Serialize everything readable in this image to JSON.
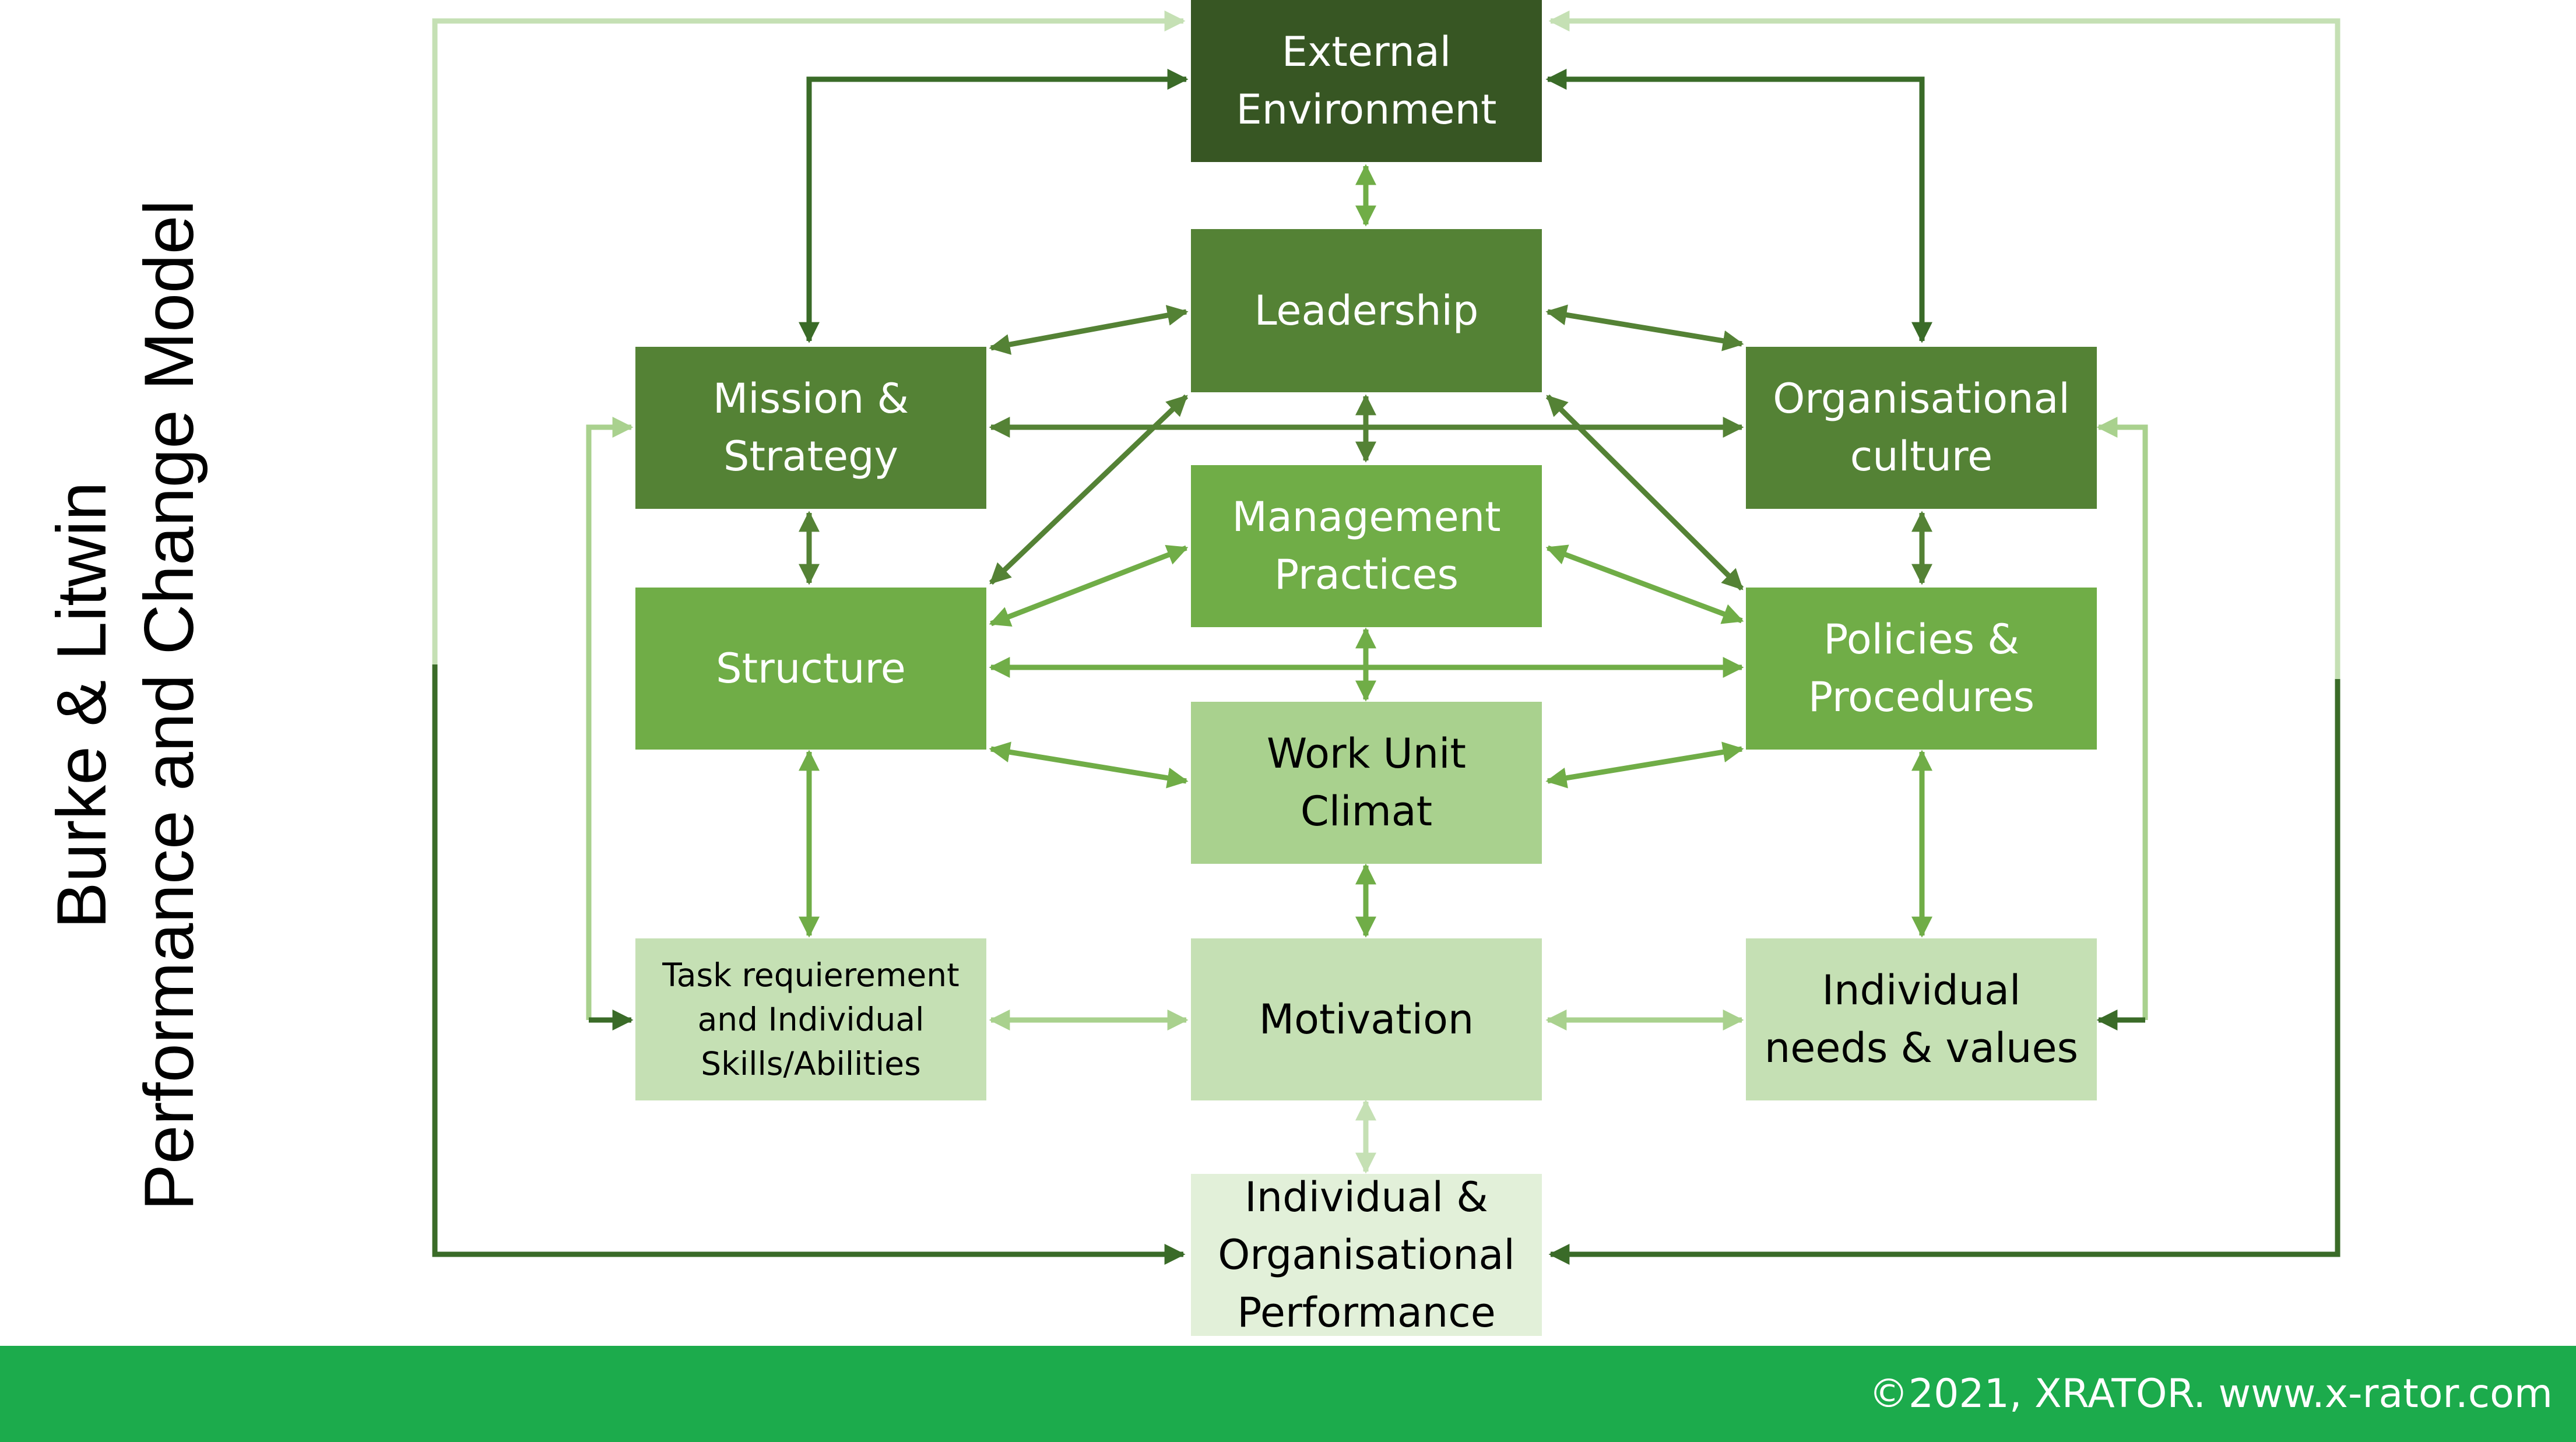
{
  "title": {
    "line1": "Burke & Litwin",
    "line2": "Performance and Change Model"
  },
  "nodes": {
    "external_environment": "External\nEnvironment",
    "leadership": "Leadership",
    "mission_strategy": "Mission &\nStrategy",
    "organisational_culture": "Organisational\nculture",
    "management_practices": "Management\nPractices",
    "structure": "Structure",
    "policies_procedures": "Policies &\nProcedures",
    "work_unit_climat": "Work Unit\nClimat",
    "task_requirement": "Task requierement\nand Individual\nSkills/Abilities",
    "motivation": "Motivation",
    "individual_needs": "Individual\nneeds & values",
    "performance": "Individual &\nOrganisational\nPerformance"
  },
  "colors": {
    "level1": "#375623",
    "level2": "#548235",
    "level3": "#70ad47",
    "level4": "#a9d18e",
    "level5": "#c5e0b4",
    "level6": "#e2f0d9",
    "footer": "#1cab4c"
  },
  "footer": {
    "copyright": "©2021, XRATOR. www.x-rator.com"
  }
}
